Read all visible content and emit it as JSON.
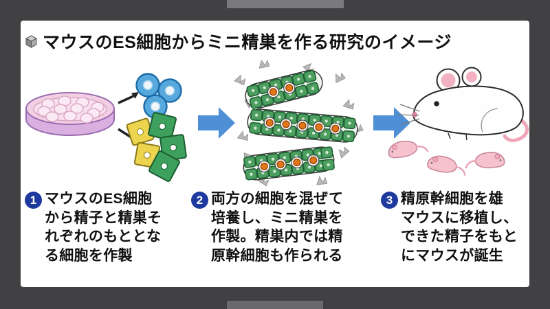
{
  "frame": {
    "background": "#414144"
  },
  "header": {
    "icon": "cube-icon",
    "title": "マウスのES細胞からミニ精巣を作る研究のイメージ"
  },
  "steps": [
    {
      "number": "1",
      "text": "マウスのES細胞\nから精子と精巣そ\nれぞれのもととな\nる細胞を作製"
    },
    {
      "number": "2",
      "text": "両方の細胞を混ぜて\n培養し、ミニ精巣を\n作製。精巣内では精\n原幹細胞も作られる"
    },
    {
      "number": "3",
      "text": "精原幹細胞を雄\nマウスに移植し、\nできた精子をもと\nにマウスが誕生"
    }
  ],
  "illustration_parts": [
    "petri-dish",
    "sperm-precursor-cells-blue",
    "testis-precursor-cells-green-yellow",
    "mini-testes-with-stem-cells",
    "flow-arrow-right",
    "adult-mouse-with-pups"
  ],
  "colors": {
    "badge_blue": "#1e3a9e",
    "arrow_blue": "#4e8fd6",
    "cell_blue": "#57a8dd",
    "cell_green": "#3da05c",
    "cell_yellow": "#ecd44e",
    "testis_cell_green": "#4c9f5f",
    "stem_cell_orange": "#e2761b",
    "dish_pink": "#f3cfe3",
    "mouse_pink": "#f6c2cd",
    "text": "#101010"
  }
}
